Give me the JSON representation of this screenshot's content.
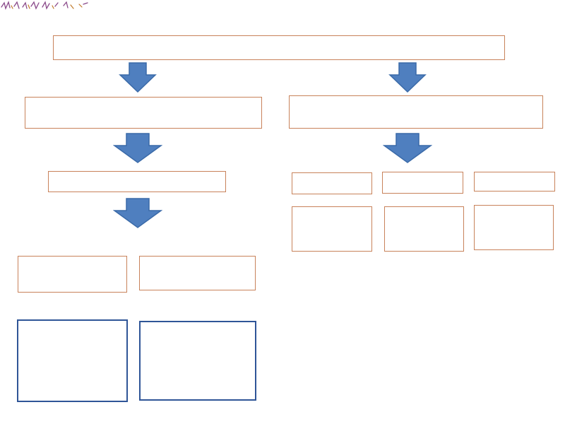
{
  "diagram": {
    "colors": {
      "box_border": "#c8825a",
      "box_border_blue": "#2f5597",
      "arrow_fill": "#4f7fbf",
      "arrow_stroke": "#3a6aa8"
    },
    "nodes": {
      "top": {
        "text": ""
      },
      "left_level1": {
        "text": ""
      },
      "right_level1": {
        "text": ""
      },
      "left_level2": {
        "text": ""
      },
      "right_level2_a": {
        "text": ""
      },
      "right_level2_b": {
        "text": ""
      },
      "right_level2_c": {
        "text": ""
      },
      "right_level3_a": {
        "text": ""
      },
      "right_level3_b": {
        "text": ""
      },
      "right_level3_c": {
        "text": ""
      },
      "left_level3_a": {
        "text": ""
      },
      "left_level3_b": {
        "text": ""
      },
      "left_level4_a": {
        "text": ""
      },
      "left_level4_b": {
        "text": ""
      }
    },
    "arrows": [
      {
        "from": "top",
        "to": "left_level1"
      },
      {
        "from": "top",
        "to": "right_level1"
      },
      {
        "from": "left_level1",
        "to": "left_level2"
      },
      {
        "from": "right_level1",
        "to": "right_level2"
      },
      {
        "from": "left_level2",
        "to": "left_level3"
      }
    ]
  }
}
